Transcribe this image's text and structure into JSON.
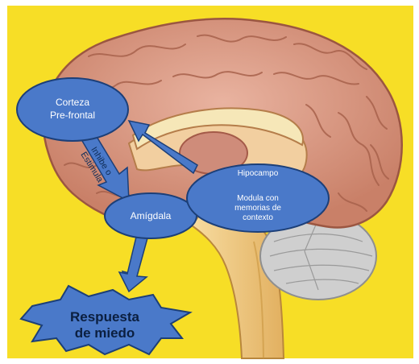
{
  "colors": {
    "background": "#f7de26",
    "brain": "#d79a86",
    "brain_dark": "#a9604a",
    "box_fill": "#4a79c9",
    "box_stroke": "#1c3f78",
    "brainstem": "#f1cb86",
    "cerebellum": "#cfcfcf"
  },
  "labels": {
    "cortex_line1": "Corteza",
    "cortex_line2": "Pre-frontal",
    "arrow_line1": "Inhibe o",
    "arrow_line2": "Estimula",
    "amygdala": "Amígdala",
    "hippocampus_title": "Hipocampo",
    "hippocampus_line1": "Modula con",
    "hippocampus_line2": "memorias de",
    "hippocampus_line3": "contexto",
    "fear_line1": "Respuesta",
    "fear_line2": "de miedo"
  }
}
